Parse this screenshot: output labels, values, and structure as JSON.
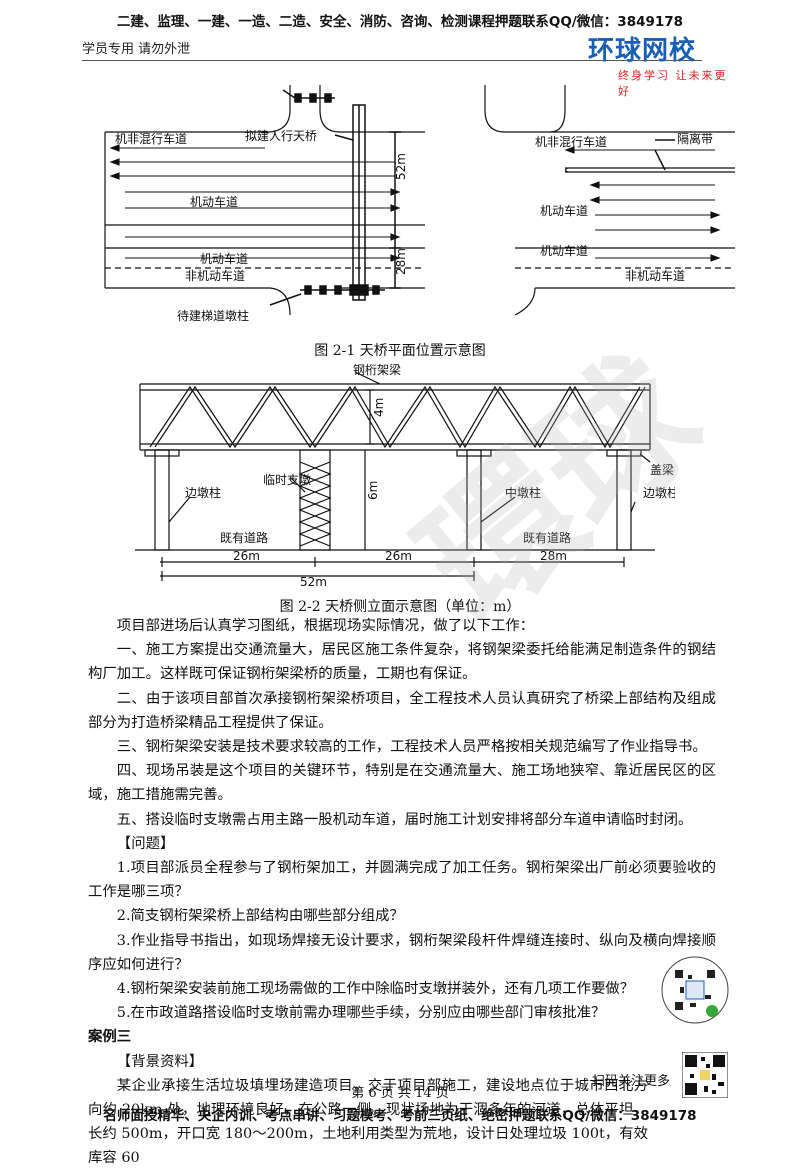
{
  "header": {
    "promo_top": "二建、监理、一建、一造、二造、安全、消防、咨询、检测课程押题联系QQ/微信：3849178",
    "left_note": "学员专用 请勿外泄",
    "logo_main": "环球网校",
    "logo_sub": "终身学习 让未来更好"
  },
  "fig1": {
    "caption": "图 2-1 天桥平面位置示意图",
    "labels": {
      "left_top_lane": "机非混行车道",
      "proposed_bridge": "拟建人行天桥",
      "left_motor_1": "机动车道",
      "left_motor_2": "机动车道",
      "left_nonmotor": "非机动车道",
      "pier_label": "待建梯道墩柱",
      "dim_52": "52m",
      "dim_28": "28m",
      "right_top_lane": "机非混行车道",
      "median": "隔离带",
      "right_motor_1": "机动车道",
      "right_motor_2": "机动车道",
      "right_nonmotor": "非机动车道"
    }
  },
  "fig2": {
    "caption": "图 2-2 天桥侧立面示意图（单位：m）",
    "labels": {
      "truss": "钢桁架梁",
      "h4": "4m",
      "temp_pier": "临时支墩",
      "h6": "6m",
      "side_pier_left": "边墩柱",
      "mid_pier": "中墩柱",
      "cap_beam": "盖梁",
      "side_pier_right": "边墩柱",
      "road_left": "既有道路",
      "road_right": "既有道路",
      "span1": "26m",
      "span2": "26m",
      "span3": "28m",
      "total": "52m"
    }
  },
  "body": {
    "p1": "项目部进场后认真学习图纸，根据现场实际情况，做了以下工作：",
    "p2": "一、施工方案提出交通流量大，居民区施工条件复杂，将钢架梁委托给能满足制造条件的钢结构厂加工。这样既可保证钢桁架梁桥的质量，工期也有保证。",
    "p3": "二、由于该项目部首次承接钢桁架梁桥项目，全工程技术人员认真研究了桥梁上部结构及组成部分为打造桥梁精品工程提供了保证。",
    "p4": "三、钢桁架梁安装是技术要求较高的工作，工程技术人员严格按相关规范编写了作业指导书。",
    "p5": "四、现场吊装是这个项目的关键环节，特别是在交通流量大、施工场地狭窄、靠近居民区的区域，施工措施需完善。",
    "p6": "五、搭设临时支墩需占用主路一股机动车道，届时施工计划安排将部分车道申请临时封闭。",
    "q_head": "【问题】",
    "q1": "1.项目部派员全程参与了钢桁架加工，并圆满完成了加工任务。钢桁架梁出厂前必须要验收的工作是哪三项？",
    "q2": "2.简支钢桁架梁桥上部结构由哪些部分组成？",
    "q3": "3.作业指导书指出，如现场焊接无设计要求，钢桁架梁段杆件焊缝连接时、纵向及横向焊接顺序应如何进行？",
    "q4": "4.钢桁架梁安装前施工现场需做的工作中除临时支墩拼装外，还有几项工作要做？",
    "q5": "5.在市政道路搭设临时支墩前需办理哪些手续，分别应由哪些部门审核批准？",
    "case_title": "案例三",
    "bg_head": "【背景资料】",
    "bg_text": "某企业承接生活垃圾填埋场建造项目，交于项目部施工，建设地点位于城市西北方向约 20km 处，地理环境良好，在公路一侧。现状场地为干涸多年的河道，总体平坦，长约 500m，开口宽 180～200m，土地利用类型为荒地，设计日处理垃圾 100t，有效库容 60"
  },
  "footer": {
    "scan_note": "扫码关注更多",
    "page": "第 6 页 共 14 页",
    "promo_bottom": "名师面授精华、央企内训、考点串讲、习题模考、考前三页纸、绝密押题联系QQ/微信：3849178"
  }
}
